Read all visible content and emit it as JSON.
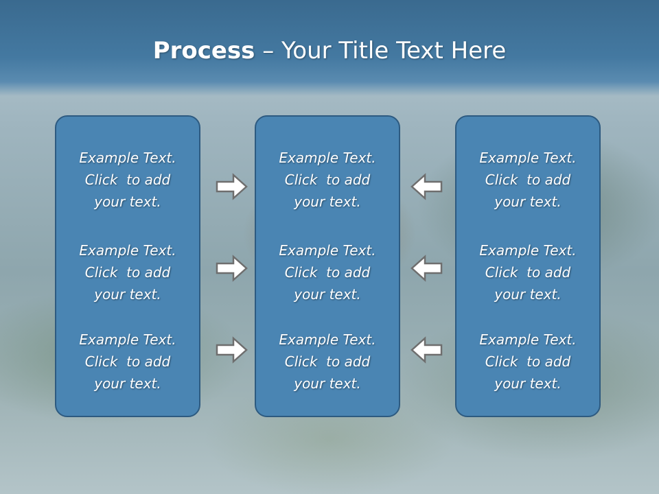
{
  "title": {
    "bold": "Process",
    "rest": " – Your Title Text Here"
  },
  "columns": [
    {
      "items": [
        {
          "line1": "Example Text.",
          "line2": "Click  to add",
          "line3": "your text."
        },
        {
          "line1": "Example Text.",
          "line2": "Click  to add",
          "line3": "your text."
        },
        {
          "line1": "Example Text.",
          "line2": "Click  to add",
          "line3": "your text."
        }
      ]
    },
    {
      "items": [
        {
          "line1": "Example Text.",
          "line2": "Click  to add",
          "line3": "your text."
        },
        {
          "line1": "Example Text.",
          "line2": "Click  to add",
          "line3": "your text."
        },
        {
          "line1": "Example Text.",
          "line2": "Click  to add",
          "line3": "your text."
        }
      ]
    },
    {
      "items": [
        {
          "line1": "Example Text.",
          "line2": "Click  to add",
          "line3": "your text."
        },
        {
          "line1": "Example Text.",
          "line2": "Click  to add",
          "line3": "your text."
        },
        {
          "line1": "Example Text.",
          "line2": "Click  to add",
          "line3": "your text."
        }
      ]
    }
  ],
  "arrows": {
    "left_group": [
      "arrow-right",
      "arrow-right",
      "arrow-right"
    ],
    "right_group": [
      "arrow-left",
      "arrow-left",
      "arrow-left"
    ]
  },
  "colors": {
    "panel_fill": "#4a85b3",
    "panel_border": "#2d5a80",
    "header": "#4479a1",
    "text": "#ffffff"
  }
}
